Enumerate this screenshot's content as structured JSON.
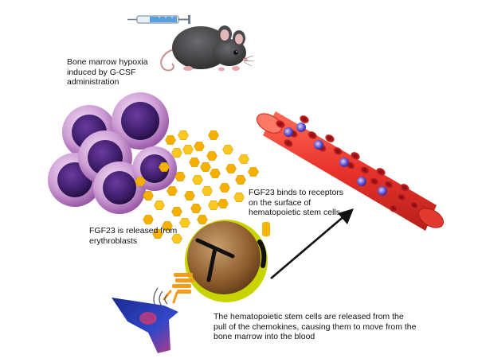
{
  "labels": {
    "hypoxia": [
      "Bone marrow hypoxia",
      "induced by G-CSF",
      "administration"
    ],
    "fgf23_release": [
      "FGF23 is released from",
      "erythroblasts"
    ],
    "fgf23_binds": [
      "FGF23 binds to receptors",
      "on the surface of",
      "hematopoietic stem cells"
    ],
    "hsc_release": [
      "The hematopoietic stem cells are released from the",
      "pull of the chemokines, causing them to move from the",
      "bone marrow into the blood"
    ]
  },
  "icons": {
    "syringe": "syringe-icon",
    "mouse": "mouse-icon",
    "erythroblast_cluster": "erythroblast-cluster",
    "fgf23_particles": "fgf23-hexagon-particles",
    "stem_cell": "hematopoietic-stem-cell",
    "blood_vessel": "blood-vessel",
    "stromal_cell": "bone-marrow-stromal-cell",
    "migration_arrow": "migration-arrow"
  },
  "colors": {
    "erythroblast_outer": "#c896cf",
    "erythroblast_nucleus": "#3d1f6b",
    "fgf23": "#f5b700",
    "vessel": "#e8322a",
    "rbc": "#b3161a",
    "stem_cell_membrane": "#c8d400",
    "stem_cell_inner": "#8b5a2b",
    "mouse_body": "#3a3a3c",
    "stromal_cell": "#2a3fa8"
  }
}
